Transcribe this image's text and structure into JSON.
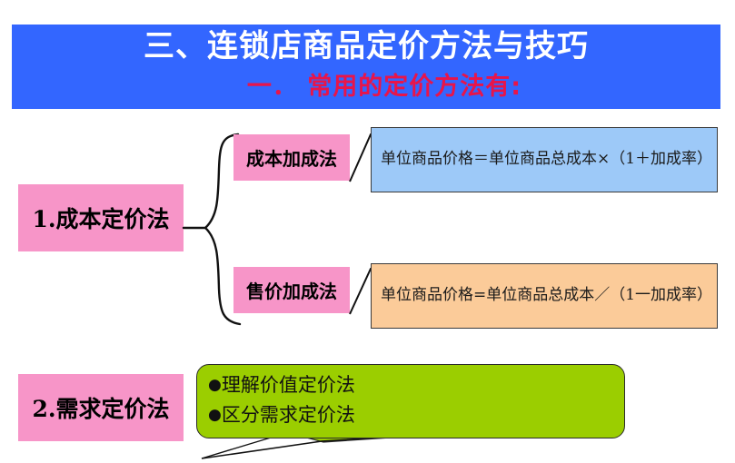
{
  "slide": {
    "background_color": "#FFFFFF",
    "header": {
      "banner_color": "#3366FF",
      "title": "三、连锁店商品定价方法与技巧",
      "title_color": "#FFFFFF",
      "subtitle": "一． 常用的定价方法有:",
      "subtitle_color": "#E8154A"
    },
    "branches": [
      {
        "label": "1.成本定价法",
        "box_color": "#F795C8",
        "children": [
          {
            "label": "成本加成法",
            "box_color": "#F795C8",
            "formula": "单位商品价格＝单位商品总成本×（1＋加成率）",
            "formula_box_color": "#9DC9F8"
          },
          {
            "label": "售价加成法",
            "box_color": "#F795C8",
            "formula": "单位商品价格=单位商品总成本／（1一加成率）",
            "formula_box_color": "#FBCB99"
          }
        ]
      },
      {
        "label": "2.需求定价法",
        "box_color": "#F795C8",
        "callout": {
          "box_color": "#9BCE00",
          "bullet_glyph": "●",
          "items": [
            "理解价值定价法",
            "区分需求定价法"
          ]
        }
      }
    ]
  }
}
